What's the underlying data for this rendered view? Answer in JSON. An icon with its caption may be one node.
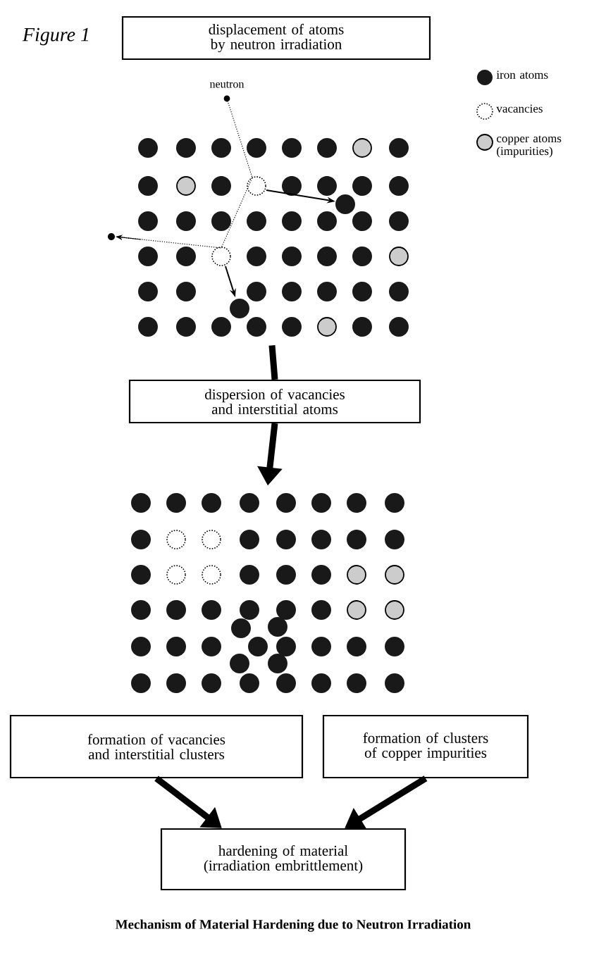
{
  "diagram": {
    "caption": "Mechanism of Material Hardening due to Neutron Irradiation",
    "nodes": [
      {
        "text": [
          "displacement of atoms by neutron irradiation"
        ]
      },
      {
        "text": [],
        "shape": "picture"
      },
      {
        "text": [
          "dispersion of vacancies and interstitial atoms"
        ]
      },
      {
        "text": [],
        "shape": "picture"
      },
      {
        "text": [
          "formation of vacancies and interstitial clusters"
        ]
      },
      {
        "text": [
          "formation of clusters of copper impurities"
        ]
      },
      {
        "text": [
          "hardening of material (irradiation embrittlement)"
        ]
      }
    ],
    "edges": [
      {
        "from": 1,
        "to": 2,
        "arrow": "none"
      },
      {
        "from": 2,
        "to": 3,
        "arrow": "to"
      },
      {
        "from": 4,
        "to": 6,
        "arrow": "to"
      },
      {
        "from": 5,
        "to": 6,
        "arrow": "to"
      }
    ],
    "labels": [
      "Figure 1",
      "neutron"
    ],
    "legend": [
      {
        "text": "iron atoms"
      },
      {
        "text": "vacancies"
      },
      {
        "text": "copper atoms (impurities)"
      }
    ]
  }
}
